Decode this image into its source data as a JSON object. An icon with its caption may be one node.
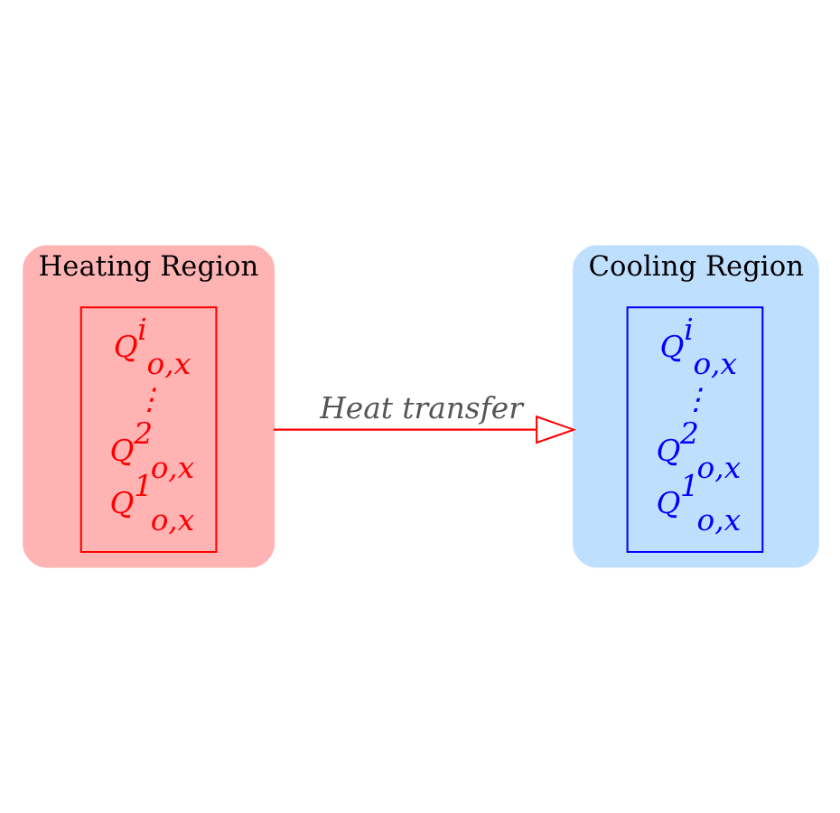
{
  "diagram": {
    "nodes": [
      {
        "text": [
          "Heating Region"
        ]
      },
      {
        "text": [
          "Q$^{i}$$_{o,x}$",
          "⋮",
          "Q$^{2}$$_{o,x}$",
          "Q$^{1}$$_{o,x}$"
        ],
        "in": 0
      },
      {
        "text": [
          "Cooling Region"
        ]
      },
      {
        "text": [
          "Q$^{i}$$_{o,x}$",
          "⋮",
          "Q$^{2}$$_{o,x}$",
          "Q$^{1}$$_{o,x}$"
        ],
        "in": 2
      }
    ],
    "edges": [
      {
        "from": 0,
        "to": 2,
        "arrow": "to",
        "label": "Heat transfer",
        "color": "#ff0000"
      }
    ]
  }
}
